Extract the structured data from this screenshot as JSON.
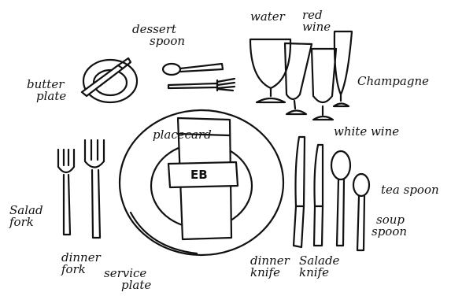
{
  "labels": {
    "dessert_spoon": [
      "dessert",
      "spoon"
    ],
    "water": "water",
    "red_wine": [
      "red",
      "wine"
    ],
    "butter_plate": [
      "butter",
      "plate"
    ],
    "champagne": "Champagne",
    "placecard": "placecard",
    "white_wine": "white wine",
    "salad_fork": [
      "Salad",
      "fork"
    ],
    "tea_spoon": "tea spoon",
    "soup_spoon": [
      "soup",
      "spoon"
    ],
    "dinner_fork": [
      "dinner",
      "fork"
    ],
    "dinner_knife": [
      "dinner",
      "knife"
    ],
    "salade_knife": [
      "Salade",
      "knife"
    ],
    "service_plate": [
      "service",
      "plate"
    ]
  },
  "monogram": "EB"
}
